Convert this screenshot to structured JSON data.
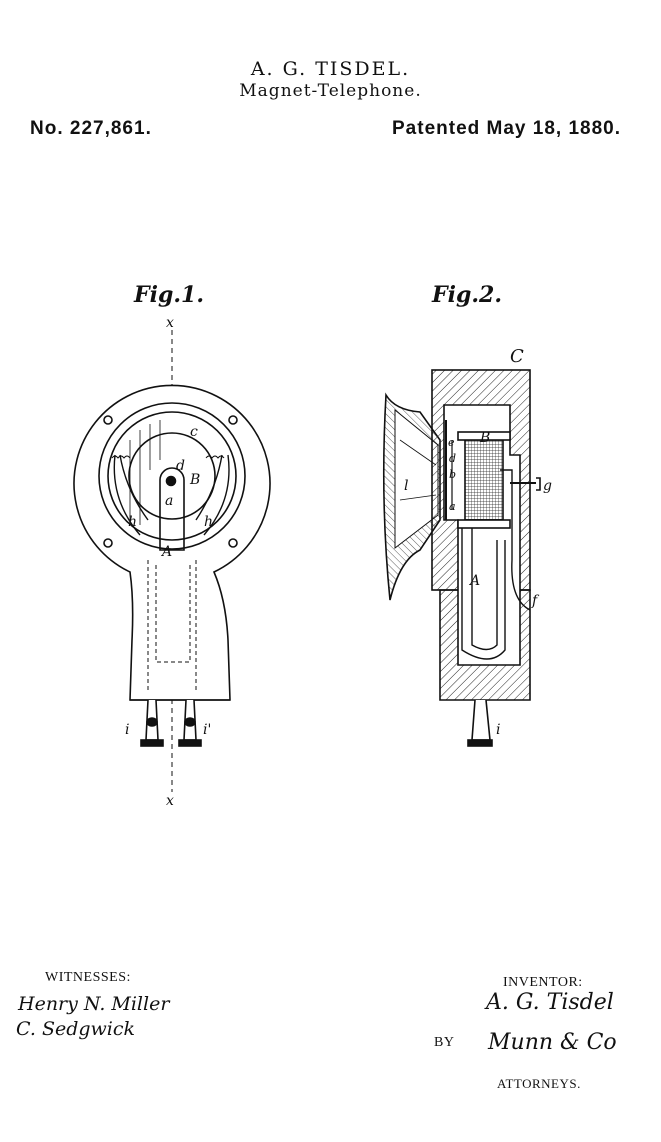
{
  "header": {
    "inventor": "A. G. TISDEL.",
    "title": "Magnet-Telephone.",
    "number": "No. 227,861.",
    "date": "Patented May 18, 1880."
  },
  "figures": {
    "fig1": {
      "label": "Fig.1.",
      "section_top": "x",
      "section_bottom": "x",
      "refs": [
        "c",
        "d",
        "B",
        "a",
        "h",
        "h",
        "A",
        "i",
        "i'"
      ]
    },
    "fig2": {
      "label": "Fig.2.",
      "refs": [
        "C",
        "B",
        "e",
        "d",
        "b",
        "a",
        "l",
        "g",
        "A",
        "f",
        "i"
      ]
    }
  },
  "witnesses": {
    "label": "WITNESSES:",
    "names": [
      "Henry N. Miller",
      "C. Sedgwick"
    ]
  },
  "inventor_block": {
    "label": "INVENTOR:",
    "signature": "A. G. Tisdel",
    "by": "BY",
    "attorney_signature": "Munn & Co",
    "attorneys_label": "ATTORNEYS."
  }
}
